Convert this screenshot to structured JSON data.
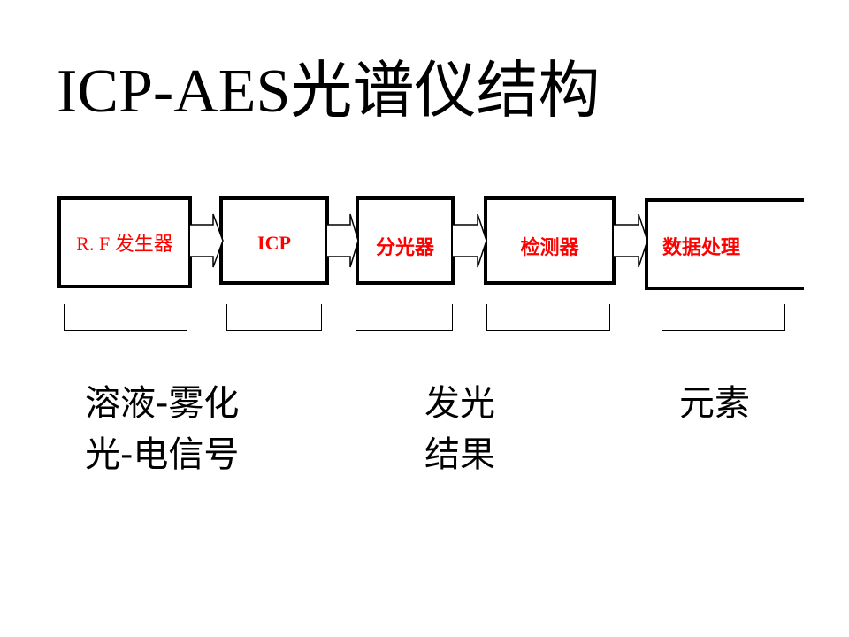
{
  "title": "ICP-AES光谱仪结构",
  "blocks": [
    {
      "label": "R. F 发生器"
    },
    {
      "label": "ICP"
    },
    {
      "label": "分光器"
    },
    {
      "label": "检测器"
    },
    {
      "label": "数据处理"
    }
  ],
  "notes": {
    "left_line1": "溶液-雾化",
    "left_line2": "光-电信号",
    "middle_line1": "发光",
    "middle_line2": "结果",
    "right_line1": "元素"
  },
  "colors": {
    "block_text": "#ff0000",
    "border": "#000000",
    "background": "#ffffff"
  }
}
